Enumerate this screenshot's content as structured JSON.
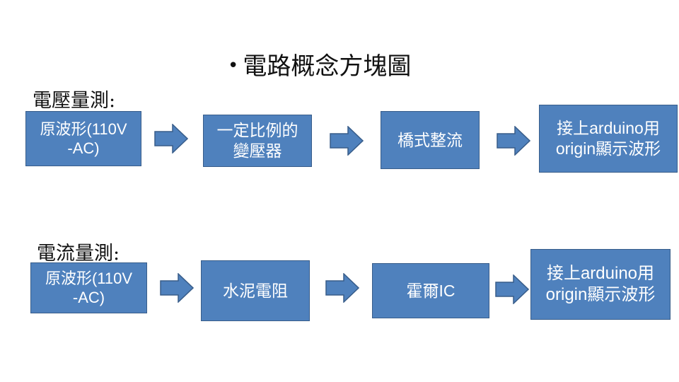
{
  "title": {
    "bullet": "•",
    "text": "電路概念方塊圖"
  },
  "voltage_section": {
    "label": "電壓量測:",
    "boxes": [
      {
        "line1": "原波形(110V",
        "line2": "-AC)"
      },
      {
        "line1": "一定比例的",
        "line2": "變壓器"
      },
      {
        "line1": "橋式整流",
        "line2": ""
      },
      {
        "line1": "接上arduino用",
        "line2": "origin顯示波形"
      }
    ]
  },
  "current_section": {
    "label": "電流量測:",
    "boxes": [
      {
        "line1": "原波形(110V",
        "line2": "-AC)"
      },
      {
        "line1": "水泥電阻",
        "line2": ""
      },
      {
        "line1": "霍爾IC",
        "line2": ""
      },
      {
        "line1": "接上arduino用",
        "line2": "origin顯示波形"
      }
    ]
  },
  "colors": {
    "box_fill": "#4F81BD",
    "box_border": "#385D8A",
    "text_on_box": "#FFFFFF"
  }
}
